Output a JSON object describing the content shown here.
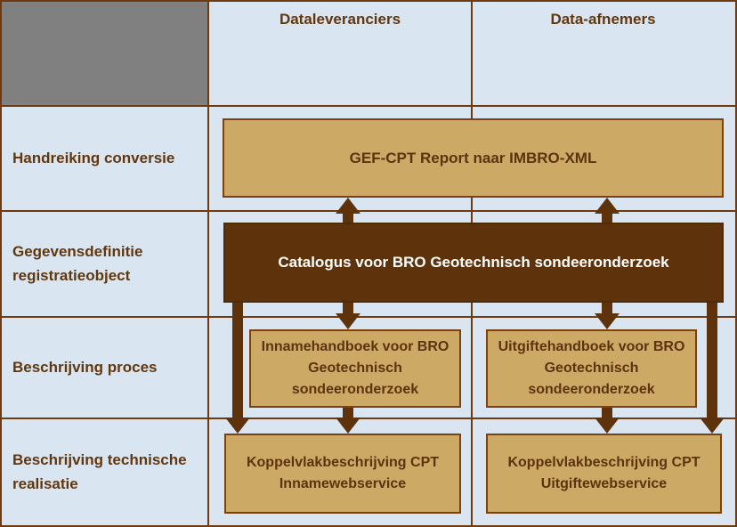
{
  "diagram": {
    "column_headers": {
      "dataleveranciers": "Dataleveranciers",
      "data_afnemers": "Data-afnemers"
    },
    "row_labels": {
      "handreiking": "Handreiking conversie",
      "gegevensdefinitie": "Gegevensdefinitie registratieobject",
      "proces": "Beschrijving proces",
      "technische": "Beschrijving technische realisatie"
    },
    "boxes": {
      "gef": "GEF-CPT Report naar IMBRO-XML",
      "catalogus": "Catalogus voor BRO Geotechnisch sondeeronderzoek",
      "inname_handboek": "Innamehandboek voor BRO Geotechnisch sondeeronderzoek",
      "uitgifte_handboek": "Uitgiftehandboek voor BRO Geotechnisch sondeeronderzoek",
      "koppelvlak_inname": "Koppelvlakbeschrijving CPT Innamewebservice",
      "koppelvlak_uitgifte": "Koppelvlakbeschrijving CPT Uitgiftewebservice"
    },
    "colors": {
      "background_blue": "#D9E5F1",
      "gray_cell": "#808080",
      "grid_border": "#703A10",
      "tan_fill": "#CDA966",
      "tan_border": "#7F400F",
      "dark_brown_fill": "#5E330B",
      "text_brown": "#63370E",
      "text_white": "#FFFFFF"
    }
  }
}
